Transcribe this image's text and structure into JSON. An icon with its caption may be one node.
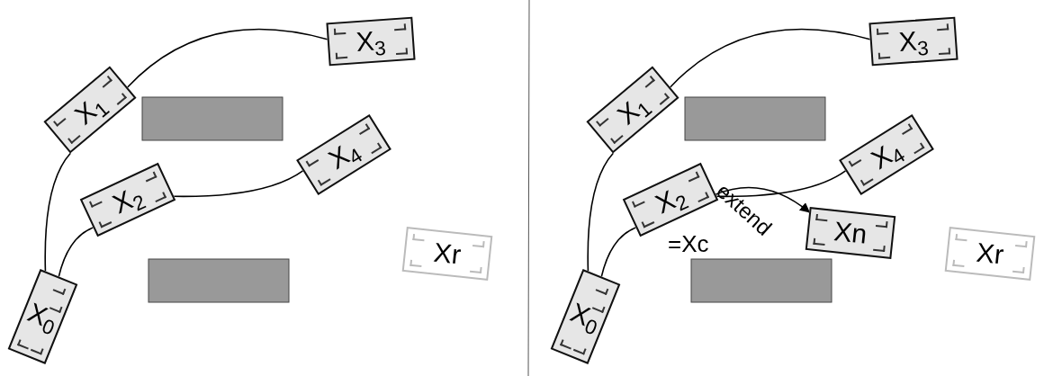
{
  "diagram": {
    "nodes": [
      {
        "text": [
          "X$_{0}$"
        ]
      },
      {
        "text": [
          "X$_{1}$"
        ]
      },
      {
        "text": [
          "X$_{2}$"
        ]
      },
      {
        "text": [
          "X$_{3}$"
        ]
      },
      {
        "text": [
          "X$_{4}$"
        ]
      },
      {
        "text": [
          "Xr"
        ]
      },
      {
        "text": [
          "X$_{0}$"
        ]
      },
      {
        "text": [
          "X$_{1}$"
        ]
      },
      {
        "text": [
          "X$_{2}$"
        ],
        "beside": [
          "=Xc"
        ]
      },
      {
        "text": [
          "X$_{3}$"
        ]
      },
      {
        "text": [
          "X$_{4}$"
        ]
      },
      {
        "text": [
          "Xn"
        ]
      },
      {
        "text": [
          "Xr"
        ]
      },
      {
        "text": [],
        "shape": "box"
      },
      {
        "text": [],
        "shape": "box"
      },
      {
        "text": [],
        "shape": "box"
      },
      {
        "text": [],
        "shape": "box"
      }
    ],
    "edges": [
      {
        "from": 0,
        "to": 1,
        "arrow": "none"
      },
      {
        "from": 0,
        "to": 2,
        "arrow": "none"
      },
      {
        "from": 1,
        "to": 3,
        "arrow": "none"
      },
      {
        "from": 2,
        "to": 4,
        "arrow": "none"
      },
      {
        "from": 6,
        "to": 7,
        "arrow": "none"
      },
      {
        "from": 6,
        "to": 8,
        "arrow": "none"
      },
      {
        "from": 7,
        "to": 9,
        "arrow": "none"
      },
      {
        "from": 8,
        "to": 10,
        "arrow": "none"
      },
      {
        "from": 8,
        "to": 11,
        "arrow": "to",
        "label": "extend"
      }
    ]
  }
}
